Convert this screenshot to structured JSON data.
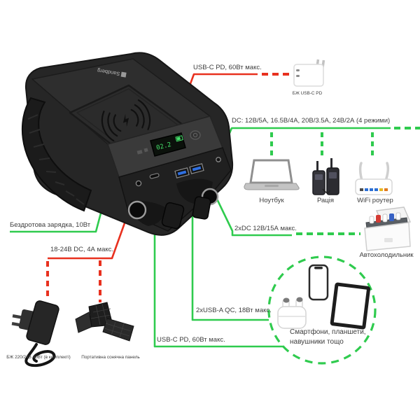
{
  "colors": {
    "green": "#2fcb4e",
    "red": "#e8311f",
    "label_text": "#3d3d3d"
  },
  "device": {
    "brand": "Sandberg",
    "display_value": "02.2"
  },
  "labels": {
    "usbc_in": "USB-C PD, 60Вт макс.",
    "usbc_in_psu": "БЖ USB-C PD",
    "dc_modes": "DC: 12В/5А, 16.5В/4А, 20В/3.5А, 24В/2А (4 режими)",
    "laptop": "Ноутбук",
    "radio": "Рація",
    "router": "WiFi роутер",
    "wireless": "Бездротова зарядка, 10Вт",
    "dc_out": "2xDC 12В/15А макс.",
    "cooler": "Автохолодильник",
    "dc_in": "18-24В DC, 4А макс.",
    "usba_out": "2xUSB-A QC, 18Вт макс.",
    "usbc_out": "USB-C PD, 60Вт макс.",
    "mobile_line1": "Смартфони, планшети,",
    "mobile_line2": "навушники тощо",
    "ac_psu": "БЖ 220/24В 40Вт (в комплекті)",
    "solar": "Портативна сонячна панель"
  }
}
